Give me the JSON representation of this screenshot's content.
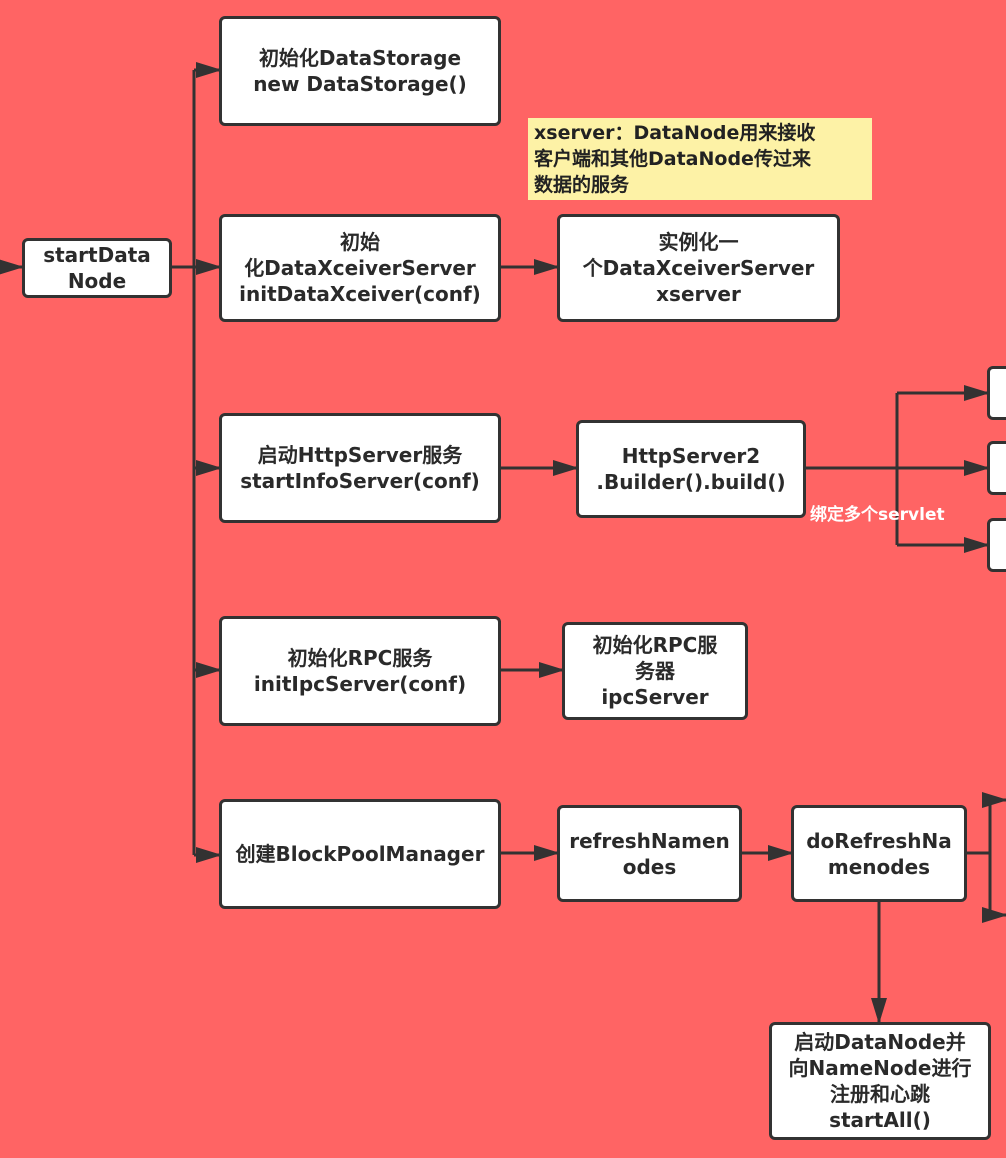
{
  "nodes": {
    "start": [
      "startData",
      "Node"
    ],
    "storage": [
      "初始化DataStorage",
      "new DataStorage()"
    ],
    "xceiver": [
      "初始",
      "化DataXceiverServer",
      "initDataXceiver(conf)"
    ],
    "xserver_inst": [
      "实例化一",
      "个DataXceiverServer",
      "xserver"
    ],
    "http": [
      "启动HttpServer服务",
      "startInfoServer(conf)"
    ],
    "http_builder": [
      "HttpServer2",
      ".Builder().build()"
    ],
    "rpc": [
      "初始化RPC服务",
      "initIpcServer(conf)"
    ],
    "rpc_inst": [
      "初始化RPC服",
      "务器",
      "ipcServer"
    ],
    "bpm": [
      "创建BlockPoolManager"
    ],
    "refresh": [
      "refreshNamen",
      "odes"
    ],
    "do_refresh": [
      "doRefreshNa",
      "menodes"
    ],
    "start_all": [
      "启动DataNode并",
      "向NameNode进行",
      "注册和心跳",
      "startAll()"
    ]
  },
  "note": [
    "xserver：DataNode用来接收",
    "客户端和其他DataNode传过来",
    "数据的服务"
  ],
  "edge_label": "绑定多个servlet",
  "colors": {
    "background": "#ff6464",
    "node_fill": "#ffffff",
    "stroke": "#323232",
    "note_fill": "#fdf2a6"
  }
}
